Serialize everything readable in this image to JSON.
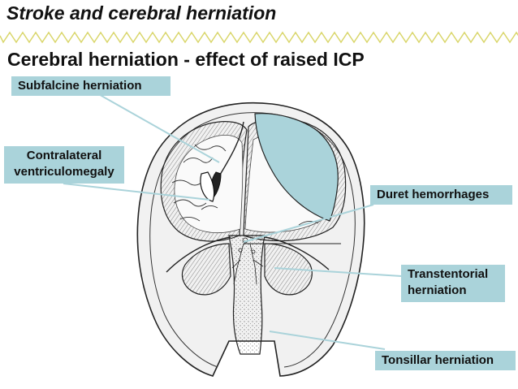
{
  "slide": {
    "title": "Stroke and cerebral herniation",
    "subtitle": "Cerebral herniation - effect of raised ICP"
  },
  "labels": {
    "subfalcine": "Subfalcine herniation",
    "contralateral_line1": "Contralateral",
    "contralateral_line2": "ventriculomegaly",
    "duret": "Duret hemorrhages",
    "transtentorial_line1": "Transtentorial",
    "transtentorial_line2": "herniation",
    "tonsillar": "Tonsillar herniation"
  },
  "colors": {
    "label_bg": "#aad3da",
    "hematoma": "#aad3da",
    "leader_line": "#aad3da",
    "title_rule": "#d9d66a"
  }
}
